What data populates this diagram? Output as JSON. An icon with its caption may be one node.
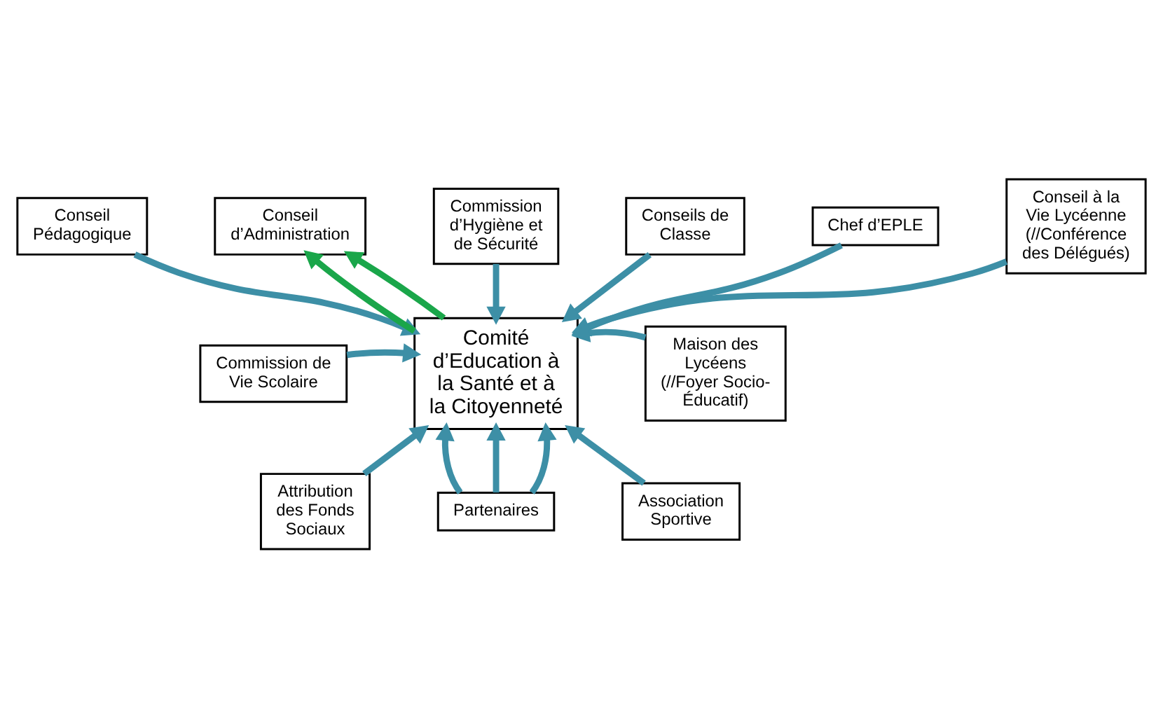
{
  "diagram": {
    "nodes": [
      {
        "text": [
          "Conseil Pédagogique"
        ]
      },
      {
        "text": [
          "Conseil d’Administration"
        ]
      },
      {
        "text": [
          "Commission d’Hygiène et de Sécurité"
        ]
      },
      {
        "text": [
          "Chef d’EPLE"
        ]
      },
      {
        "text": [
          "Conseils de Classe"
        ]
      },
      {
        "text": [
          "Conseil à la Vie Lycéenne",
          "(//Conférence des Délégués)"
        ]
      },
      {
        "text": [
          "Comité d’Education à la Santé et à la Citoyenneté"
        ]
      },
      {
        "text": [
          "Commission de Vie Scolaire"
        ]
      },
      {
        "text": [
          "Maison des Lycéens",
          "(//Foyer Socio-Éducatif)"
        ]
      },
      {
        "text": [
          "Attribution des Fonds Sociaux"
        ]
      },
      {
        "text": [
          "Partenaires"
        ]
      },
      {
        "text": [
          "Association Sportive"
        ]
      }
    ],
    "edges": [
      {
        "from": 0,
        "to": 6,
        "arrow": "to"
      },
      {
        "from": 6,
        "to": 1,
        "arrow": "to",
        "color": "#1aa64a"
      },
      {
        "from": 6,
        "to": 1,
        "arrow": "to",
        "color": "#1aa64a"
      },
      {
        "from": 2,
        "to": 6,
        "arrow": "to"
      },
      {
        "from": 3,
        "to": 6,
        "arrow": "to"
      },
      {
        "from": 4,
        "to": 6,
        "arrow": "to"
      },
      {
        "from": 5,
        "to": 6,
        "arrow": "to"
      },
      {
        "from": 7,
        "to": 6,
        "arrow": "to"
      },
      {
        "from": 8,
        "to": 6,
        "arrow": "to"
      },
      {
        "from": 9,
        "to": 6,
        "arrow": "to"
      },
      {
        "from": 10,
        "to": 6,
        "arrow": "to"
      },
      {
        "from": 10,
        "to": 6,
        "arrow": "to"
      },
      {
        "from": 10,
        "to": 6,
        "arrow": "to"
      },
      {
        "from": 11,
        "to": 6,
        "arrow": "to"
      }
    ]
  }
}
